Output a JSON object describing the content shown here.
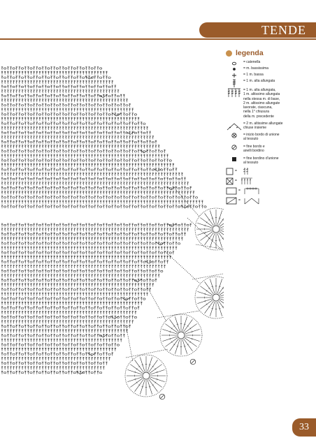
{
  "header": {
    "title": "TENDE"
  },
  "legend": {
    "title": "legenda",
    "items": [
      {
        "icon": "chain-stitch-icon",
        "text": "= catenella"
      },
      {
        "icon": "slip-stitch-icon",
        "text": "= m. bassissima"
      },
      {
        "icon": "single-crochet-icon",
        "text": "= 1 m. bassa"
      },
      {
        "icon": "treble-crochet-icon",
        "text": "= 1 m. alta allungata"
      },
      {
        "icon": "treble-cluster-icon",
        "text": "= 1 m. alta allungata,\n1 m. altissimo allungata\nnella stessa m. di base,\n2 m. altissimo allungate\nlavorate, ciascuna,\nnella 1° chiusura\ndella m. precedente"
      },
      {
        "icon": "joined-trebles-icon",
        "text": "= 2 m. altissime allungate\nchiuse insieme"
      },
      {
        "icon": "join-start-icon",
        "text": "= inizio bordo di unione\nal tessuto"
      },
      {
        "icon": "ring-end-icon",
        "text": "= fine bordo e\nanelli bordino"
      },
      {
        "icon": "join-end-icon",
        "text": "= fine bordino d'unione\nal tessuto"
      },
      {
        "icon": "empty-square-icon",
        "text": "="
      },
      {
        "icon": "crossed-square-icon",
        "text": "="
      },
      {
        "icon": "open-mesh-square-icon",
        "text": "="
      },
      {
        "icon": "diagonal-square-icon",
        "text": "="
      }
    ]
  },
  "page_number": "33"
}
